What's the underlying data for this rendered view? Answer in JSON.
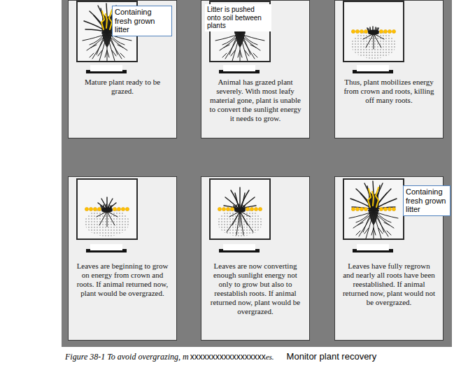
{
  "diagram": {
    "caption": "Figure 38-1 To avoid overgrazing, m",
    "nodes": [
      {
        "text": [
          "Mature plant ready to be grazed."
        ]
      },
      {
        "text": [
          "Containing fresh grown litter"
        ],
        "in": 0
      },
      {
        "text": [
          "Animal has grazed plant severely. With most leafy material gone, plant is unable to convert the sunlight energy it needs to grow."
        ]
      },
      {
        "text": [
          "Litter is pushed onto soil between plants"
        ],
        "in": 2
      },
      {
        "text": [
          "Thus, plant mobilizes energy from crown and roots, killing off many roots."
        ]
      },
      {
        "text": [
          "Leaves are beginning to grow on energy from crown and roots. If animal returned now, plant would be overgrazed."
        ]
      },
      {
        "text": [
          "Leaves are now converting enough sunlight energy not only to grow but also to reestablish roots. If animal returned now, plant would be overgrazed."
        ]
      },
      {
        "text": [
          "Leaves have fully regrown and nearly all roots have been reestablished. If animal returned now, plant would not be overgrazed."
        ]
      },
      {
        "text": [
          "Containing fresh grown litter"
        ],
        "in": 7
      }
    ],
    "labels": [
      "xxxxxxxxxxxxxxxxxx",
      "es.",
      "Monitor plant recovery"
    ]
  }
}
